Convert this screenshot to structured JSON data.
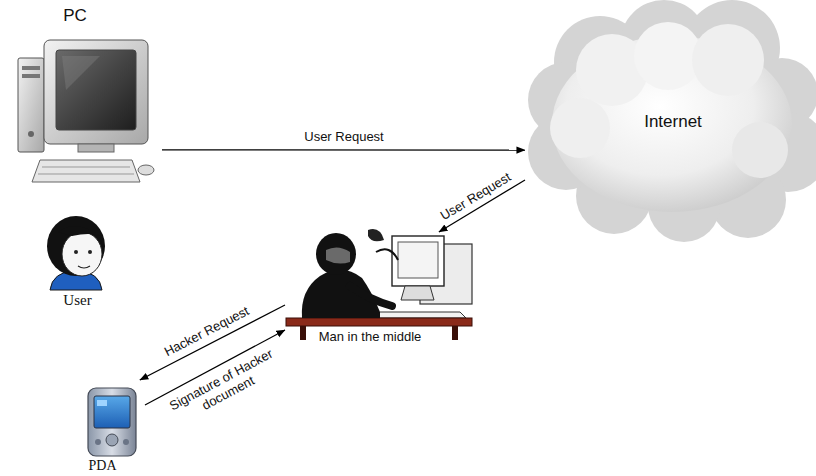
{
  "diagram": {
    "nodes": [
      {
        "text": [
          "PC"
        ]
      },
      {
        "text": [
          "Internet"
        ]
      },
      {
        "text": [
          "User"
        ]
      },
      {
        "text": [
          "Man in the middle"
        ]
      },
      {
        "text": [
          "PDA"
        ]
      }
    ],
    "edges": [
      {
        "from": 0,
        "to": 1,
        "label": "User Request",
        "arrow": "to"
      },
      {
        "from": 1,
        "to": 3,
        "label": "User Request",
        "arrow": "to"
      },
      {
        "from": 3,
        "to": 4,
        "label": "Hacker Request",
        "arrow": "to"
      },
      {
        "from": 4,
        "to": 3,
        "label": "Signature of Hacker document",
        "arrow": "to"
      }
    ]
  }
}
